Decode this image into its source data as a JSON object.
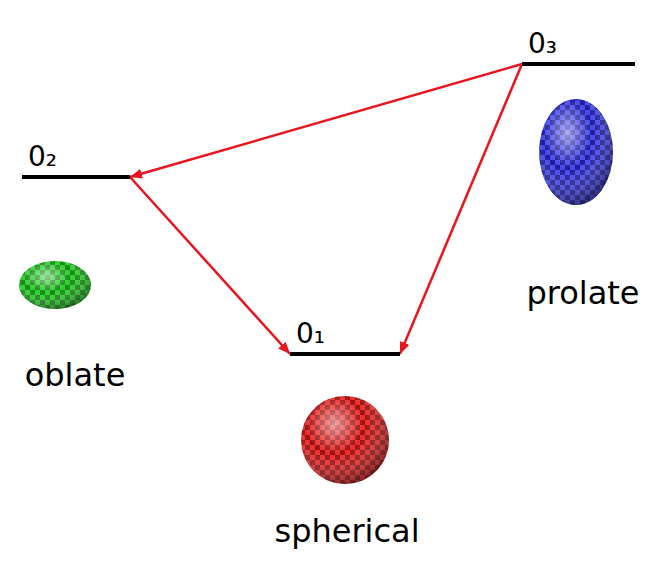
{
  "diagram": {
    "nodes": [
      {
        "text": [
          "0₃"
        ]
      },
      {
        "text": [
          "0₂"
        ]
      },
      {
        "text": [
          "0₁"
        ]
      }
    ],
    "edges": [
      {
        "from": 0,
        "to": 1,
        "arrow": "to"
      },
      {
        "from": 1,
        "to": 2,
        "arrow": "to"
      },
      {
        "from": 0,
        "to": 2,
        "arrow": "to"
      }
    ],
    "labels": [
      "prolate",
      "oblate",
      "spherical"
    ]
  }
}
